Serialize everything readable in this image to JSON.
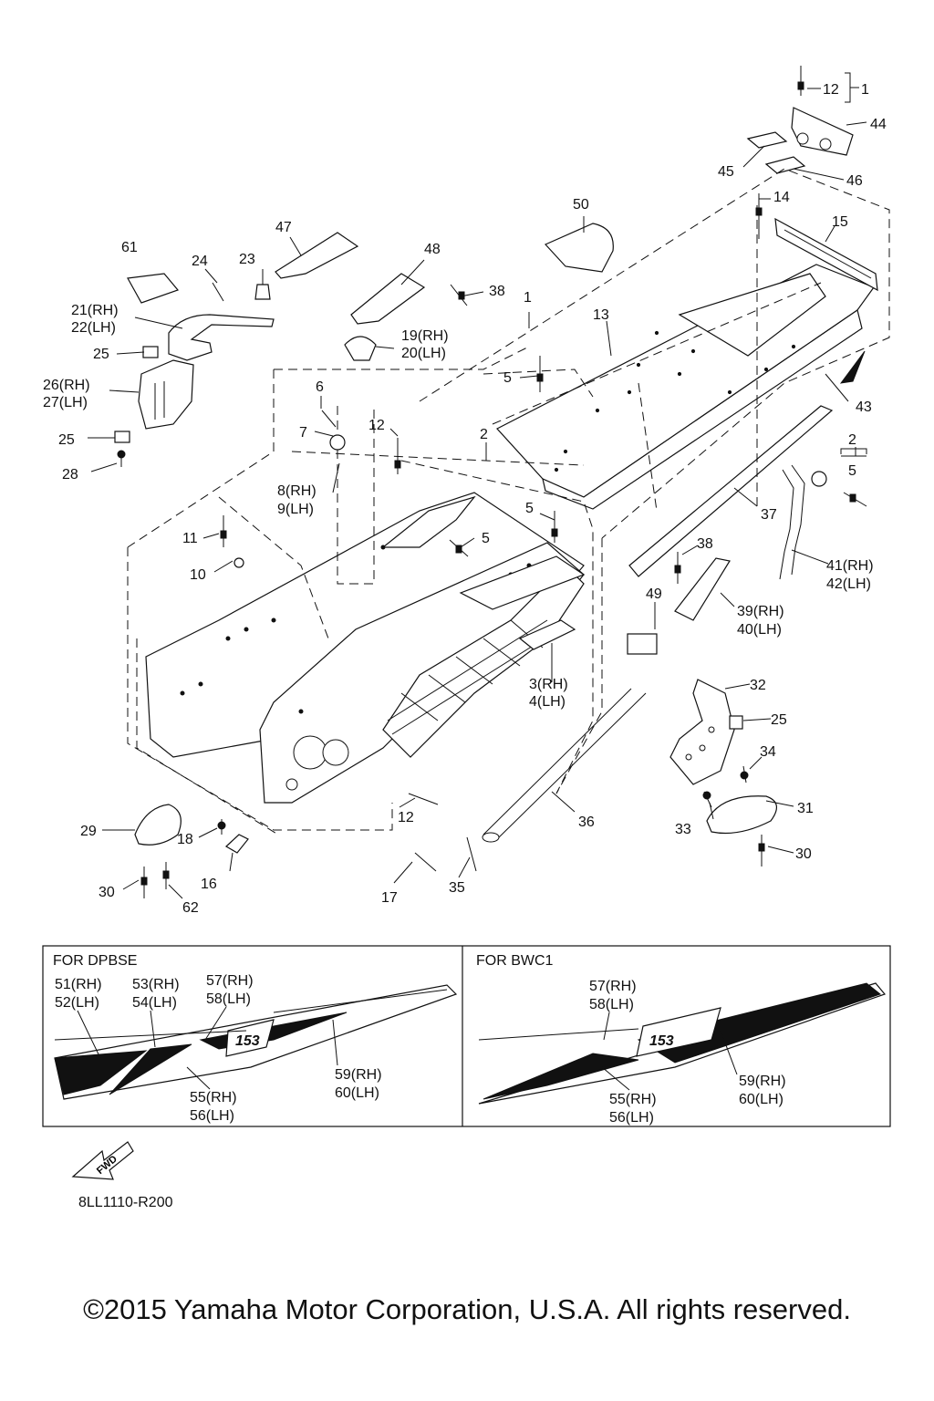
{
  "labels": {
    "l1": "1",
    "l12top": "12",
    "l1top": "1",
    "l44": "44",
    "l45": "45",
    "l46": "46",
    "l14": "14",
    "l15": "15",
    "l50": "50",
    "l47": "47",
    "l48": "48",
    "l61": "61",
    "l24": "24",
    "l23": "23",
    "l38a": "38",
    "l21": "21(RH)",
    "l22": "22(LH)",
    "l13": "13",
    "l19": "19(RH)",
    "l20": "20(LH)",
    "l25a": "25",
    "l26": "26(RH)",
    "l27": "27(LH)",
    "l5a": "5",
    "l6": "6",
    "l43": "43",
    "l7": "7",
    "l12b": "12",
    "l2a": "2",
    "l2b": "2",
    "l5b": "5",
    "l25b": "25",
    "l28": "28",
    "l8": "8(RH)",
    "l9": "9(LH)",
    "l5c": "5",
    "l37": "37",
    "l11": "11",
    "l5d": "5",
    "l38b": "38",
    "l41": "41(RH)",
    "l42": "42(LH)",
    "l10": "10",
    "l49": "49",
    "l39": "39(RH)",
    "l40": "40(LH)",
    "l3": "3(RH)",
    "l4": "4(LH)",
    "l32": "32",
    "l25c": "25",
    "l34": "34",
    "l31": "31",
    "l12c": "12",
    "l36": "36",
    "l29": "29",
    "l18": "18",
    "l33": "33",
    "l30a": "30",
    "l16": "16",
    "l30b": "30",
    "l17": "17",
    "l35": "35",
    "l62": "62"
  },
  "inset": {
    "left_title": "FOR DPBSE",
    "right_title": "FOR BWC1",
    "left_labels": {
      "l51": "51(RH)",
      "l52": "52(LH)",
      "l53": "53(RH)",
      "l54": "54(LH)",
      "l57": "57(RH)",
      "l58": "58(LH)",
      "l59": "59(RH)",
      "l60": "60(LH)",
      "l55": "55(RH)",
      "l56": "56(LH)"
    },
    "right_labels": {
      "l57": "57(RH)",
      "l58": "58(LH)",
      "l59": "59(RH)",
      "l60": "60(LH)",
      "l55": "55(RH)",
      "l56": "56(LH)"
    },
    "decal_text": "153"
  },
  "fwd_arrow_text": "FWD",
  "diagram_code": "8LL1110-R200",
  "copyright": "©2015 Yamaha Motor Corporation, U.S.A. All rights reserved."
}
